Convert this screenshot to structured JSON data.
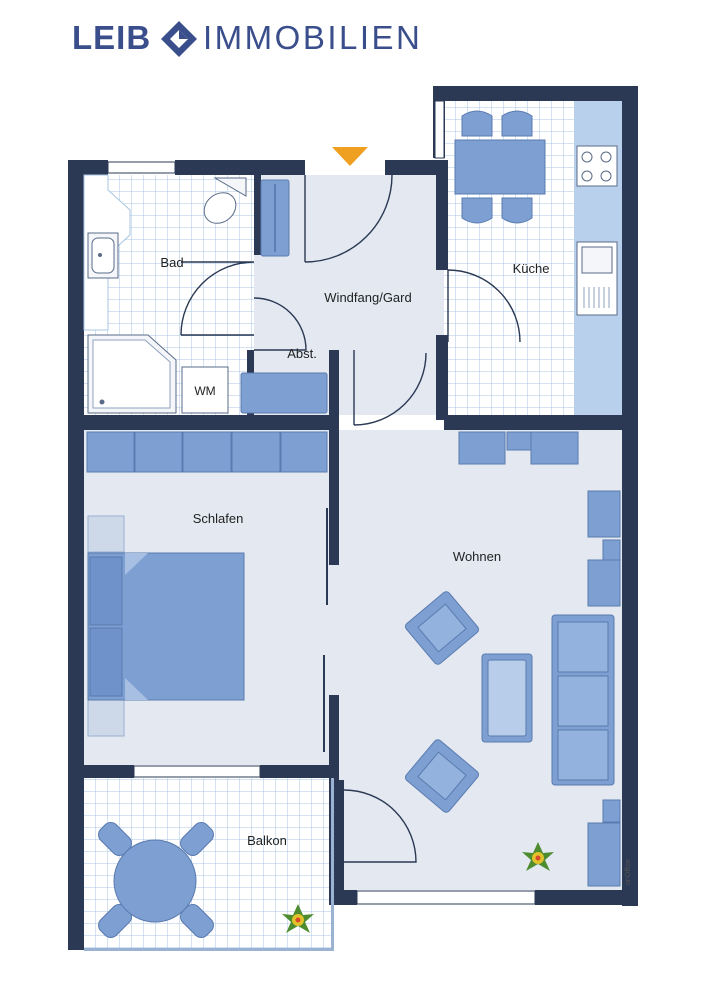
{
  "brand": {
    "name_left": "LEIB",
    "name_right": "IMMOBILIEN",
    "logo_color": "#3b4e8c"
  },
  "rooms": {
    "bad": "Bad",
    "kueche": "Küche",
    "windfang": "Windfang/Gard",
    "abst": "Abst.",
    "wm": "WM",
    "schlafen": "Schlafen",
    "wohnen": "Wohnen",
    "balkon": "Balkon"
  },
  "watermark": "onOffice",
  "colors": {
    "wall": "#2b3954",
    "floor": "#e3e8f1",
    "tile_grid": "#a9c6e3",
    "furniture": "#7d9fd1",
    "furniture_edge": "#5a7bb0",
    "entrance_marker": "#f0a020"
  },
  "icons": {
    "entrance": "entrance-arrow-icon",
    "plant": "plant-icon",
    "logo": "diamond-logo-icon"
  }
}
